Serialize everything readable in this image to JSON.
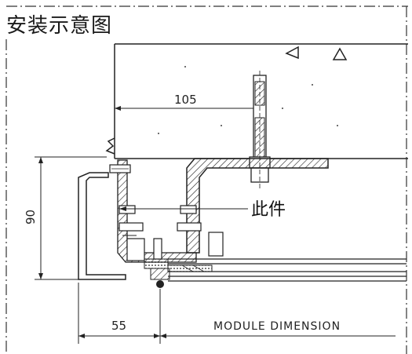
{
  "title": "安装示意图",
  "dimensions": {
    "top": "105",
    "left_vertical": "90",
    "bottom_left": "55",
    "bottom_right": "MODULE DIMENSION"
  },
  "callout": "此件"
}
